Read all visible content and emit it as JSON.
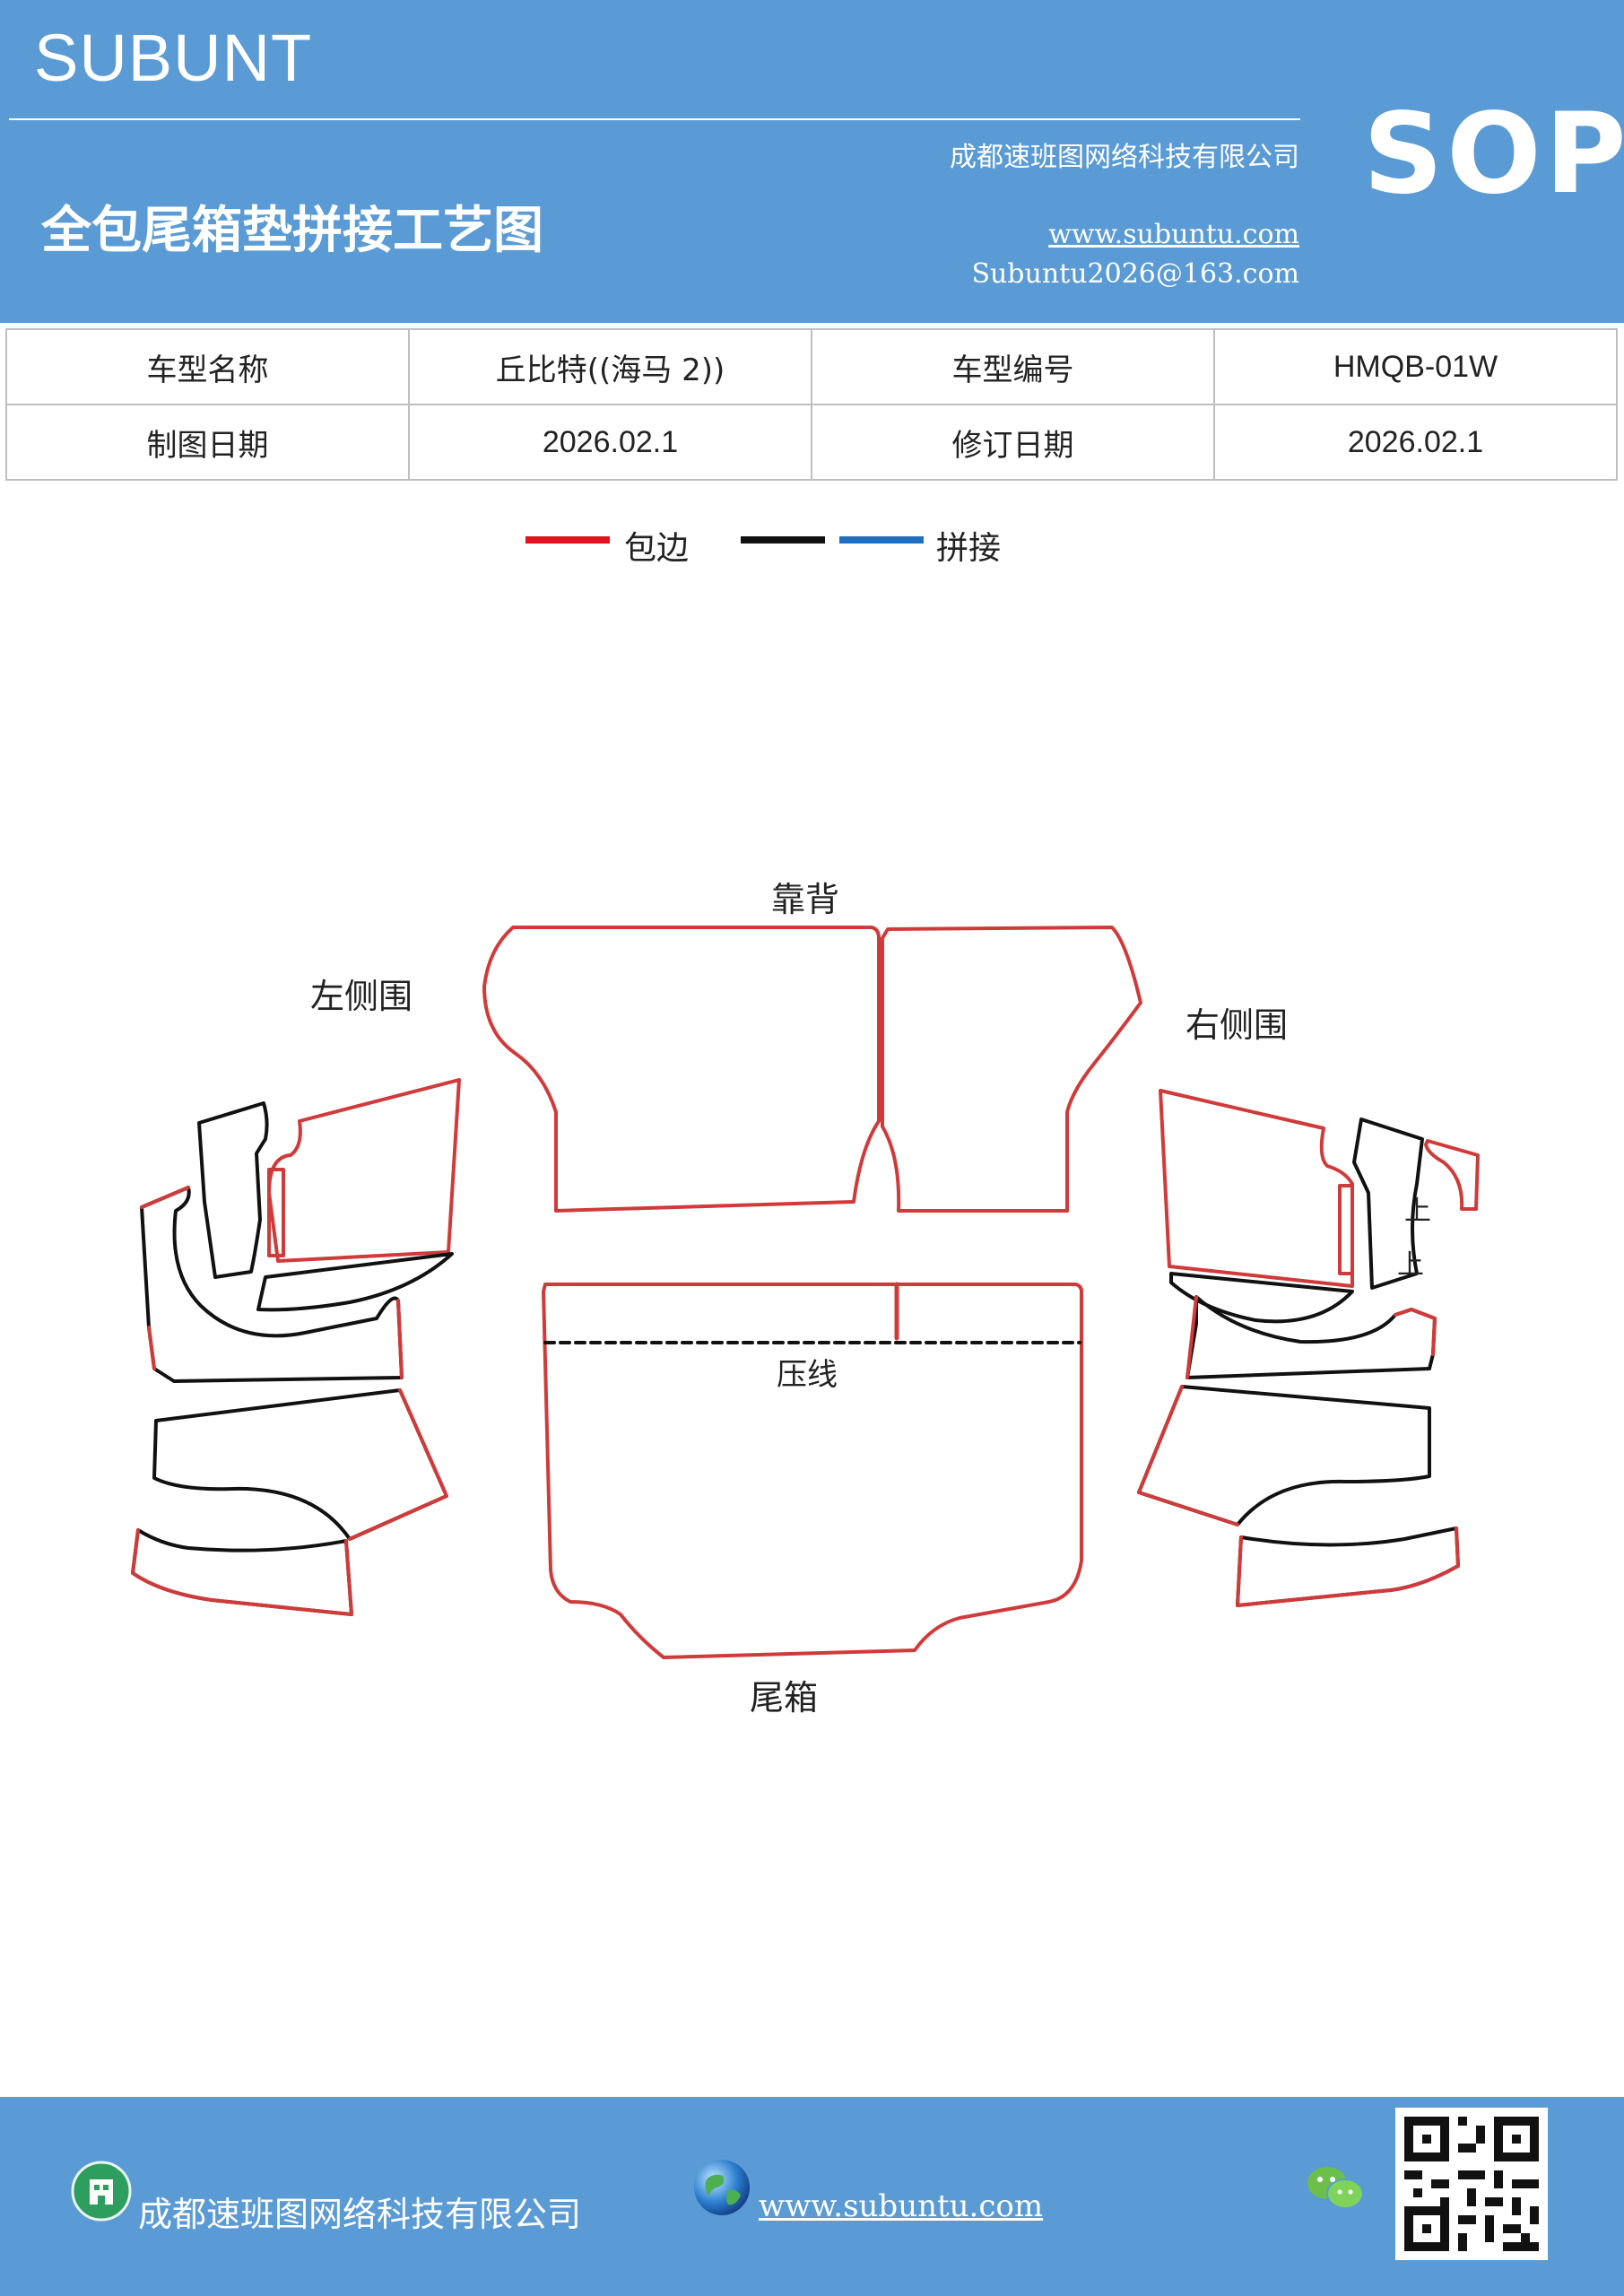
{
  "header": {
    "brand": "SUBUNT",
    "company": "成都速班图网络科技有限公司",
    "title": "全包尾箱垫拼接工艺图",
    "website": "www.subuntu.com",
    "email": "Subuntu2026@163.com",
    "badge": "SOP"
  },
  "info_table": {
    "rows": [
      [
        "车型名称",
        "丘比特((海马 2))",
        "车型编号",
        "HMQB-01W"
      ],
      [
        "制图日期",
        "2026.02.1",
        "修订日期",
        "2026.02.1"
      ]
    ]
  },
  "legend": {
    "wrap_label": "包边",
    "splice_label": "拼接",
    "colors": {
      "wrap": "#e0141e",
      "black": "#111111",
      "splice": "#1f6fc0"
    }
  },
  "diagram": {
    "labels": {
      "backrest": "靠背",
      "left_side": "左侧围",
      "right_side": "右侧围",
      "press_line": "压线",
      "trunk": "尾箱",
      "up_1": "上",
      "up_2": "上"
    },
    "colors": {
      "outline": "#d03a3a",
      "seam": "#111111"
    }
  },
  "footer": {
    "company": "成都速班图网络科技有限公司",
    "website": "www.subuntu.com",
    "icons": [
      "building-icon",
      "globe-icon",
      "wechat-icon",
      "qr-code"
    ]
  },
  "theme": {
    "header_bg": "#5b9bd5"
  }
}
